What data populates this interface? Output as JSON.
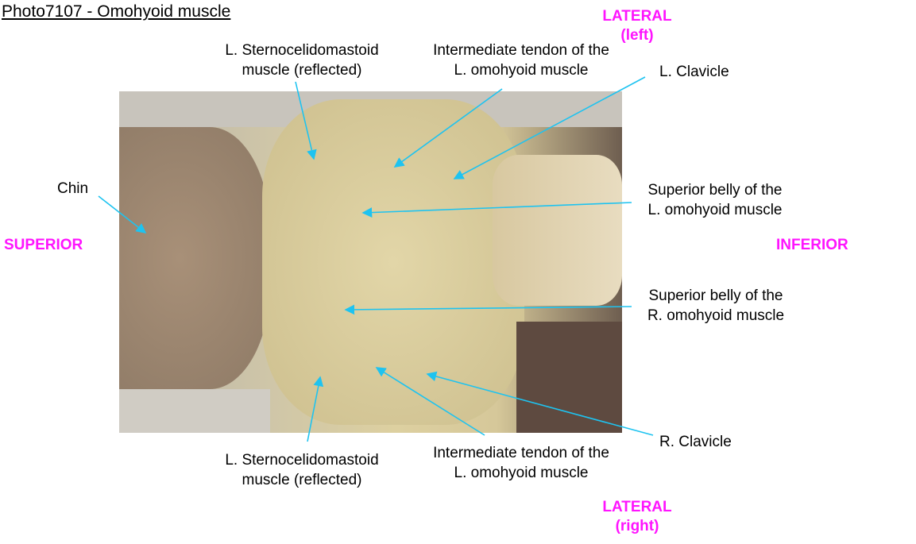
{
  "title": "Photo7107 - Omohyoid muscle",
  "directions": {
    "lateral_top": [
      "LATERAL",
      "(left)"
    ],
    "lateral_bottom": [
      "LATERAL",
      "(right)"
    ],
    "superior": "SUPERIOR",
    "inferior": "INFERIOR"
  },
  "labels": {
    "scm_top": [
      "L. Sternocelidomastoid",
      "muscle (reflected)"
    ],
    "tendon_top": [
      "Intermediate tendon of the",
      "L. omohyoid muscle"
    ],
    "l_clavicle": "L. Clavicle",
    "chin": "Chin",
    "sup_belly_l": [
      "Superior belly of the",
      "L. omohyoid muscle"
    ],
    "sup_belly_r": [
      "Superior belly of the",
      "R. omohyoid muscle"
    ],
    "r_clavicle": "R. Clavicle",
    "scm_bottom": [
      "L. Sternocelidomastoid",
      "muscle (reflected)"
    ],
    "tendon_bottom": [
      "Intermediate tendon of the",
      "L. omohyoid muscle"
    ]
  },
  "colors": {
    "arrow": "#1ec3f0",
    "direction": "#ff14ff"
  }
}
